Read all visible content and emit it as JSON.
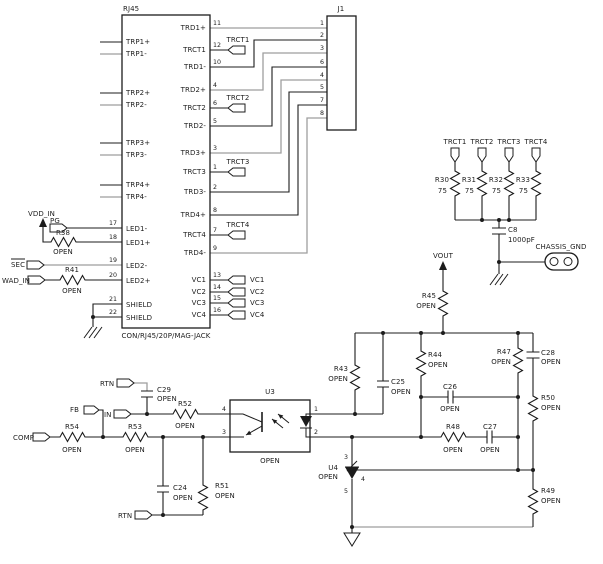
{
  "colors": {
    "wire": "#1c1c1c",
    "wire_alt": "#9e9e9e",
    "background": "#ffffff"
  },
  "rj45": {
    "ref": "RJ45",
    "part": "CON/RJ45/20P/MAG-JACK",
    "trp": [
      "TRP1+",
      "TRP1-",
      "TRP2+",
      "TRP2-",
      "TRP3+",
      "TRP3-",
      "TRP4+",
      "TRP4-"
    ],
    "left": [
      {
        "n": "17",
        "l": "LED1-"
      },
      {
        "n": "18",
        "l": "LED1+"
      },
      {
        "n": "19",
        "l": "LED2-"
      },
      {
        "n": "20",
        "l": "LED2+"
      },
      {
        "n": "21",
        "l": "SHIELD"
      },
      {
        "n": "22",
        "l": "SHIELD"
      }
    ],
    "right": [
      {
        "n": "11",
        "l": "TRD1+"
      },
      {
        "n": "12",
        "l": "TRCT1"
      },
      {
        "n": "10",
        "l": "TRD1-"
      },
      {
        "n": "4",
        "l": "TRD2+"
      },
      {
        "n": "6",
        "l": "TRCT2"
      },
      {
        "n": "5",
        "l": "TRD2-"
      },
      {
        "n": "3",
        "l": "TRD3+"
      },
      {
        "n": "1",
        "l": "TRCT3"
      },
      {
        "n": "2",
        "l": "TRD3-"
      },
      {
        "n": "8",
        "l": "TRD4+"
      },
      {
        "n": "7",
        "l": "TRCT4"
      },
      {
        "n": "9",
        "l": "TRD4-"
      },
      {
        "n": "13",
        "l": "VC1"
      },
      {
        "n": "14",
        "l": "VC2"
      },
      {
        "n": "15",
        "l": "VC3"
      },
      {
        "n": "16",
        "l": "VC4"
      }
    ]
  },
  "j1": {
    "ref": "J1",
    "pins": [
      "1",
      "2",
      "3",
      "6",
      "4",
      "5",
      "7",
      "8"
    ]
  },
  "nets": {
    "vdd": "VDD_IN",
    "pg": "PG",
    "sec": "SEC",
    "wad": "WAD_IN",
    "vout": "VOUT",
    "chassis": "CHASSIS_GND",
    "rtn": "RTN",
    "in": "IN",
    "fb": "FB",
    "comp": "COMP",
    "vc": [
      "VC1",
      "VC2",
      "VC3",
      "VC4"
    ],
    "trct": [
      "TRCT1",
      "TRCT2",
      "TRCT3",
      "TRCT4"
    ]
  },
  "parts": {
    "r30": {
      "ref": "R30",
      "val": "75"
    },
    "r31": {
      "ref": "R31",
      "val": "75"
    },
    "r32": {
      "ref": "R32",
      "val": "75"
    },
    "r33": {
      "ref": "R33",
      "val": "75"
    },
    "c8": {
      "ref": "C8",
      "val": "1000pF"
    },
    "r38": {
      "ref": "R38",
      "val": "OPEN"
    },
    "r41": {
      "ref": "R41",
      "val": "OPEN"
    },
    "r43": {
      "ref": "R43",
      "val": "OPEN"
    },
    "r44": {
      "ref": "R44",
      "val": "OPEN"
    },
    "r45": {
      "ref": "R45",
      "val": "OPEN"
    },
    "r47": {
      "ref": "R47",
      "val": "OPEN"
    },
    "r48": {
      "ref": "R48",
      "val": "OPEN"
    },
    "r49": {
      "ref": "R49",
      "val": "OPEN"
    },
    "r50": {
      "ref": "R50",
      "val": "OPEN"
    },
    "r51": {
      "ref": "R51",
      "val": "OPEN"
    },
    "r52": {
      "ref": "R52",
      "val": "OPEN"
    },
    "r53": {
      "ref": "R53",
      "val": "OPEN"
    },
    "r54": {
      "ref": "R54",
      "val": "OPEN"
    },
    "c24": {
      "ref": "C24",
      "val": "OPEN"
    },
    "c25": {
      "ref": "C25",
      "val": "OPEN"
    },
    "c26": {
      "ref": "C26",
      "val": "OPEN"
    },
    "c27": {
      "ref": "C27",
      "val": "OPEN"
    },
    "c28": {
      "ref": "C28",
      "val": "OPEN"
    },
    "c29": {
      "ref": "C29",
      "val": "OPEN"
    },
    "u3": {
      "ref": "U3",
      "val": "OPEN",
      "p1": "1",
      "p2": "2",
      "p3": "3",
      "p4": "4"
    },
    "u4": {
      "ref": "U4",
      "val": "OPEN",
      "p3": "3",
      "p4": "4",
      "p5": "5"
    }
  }
}
